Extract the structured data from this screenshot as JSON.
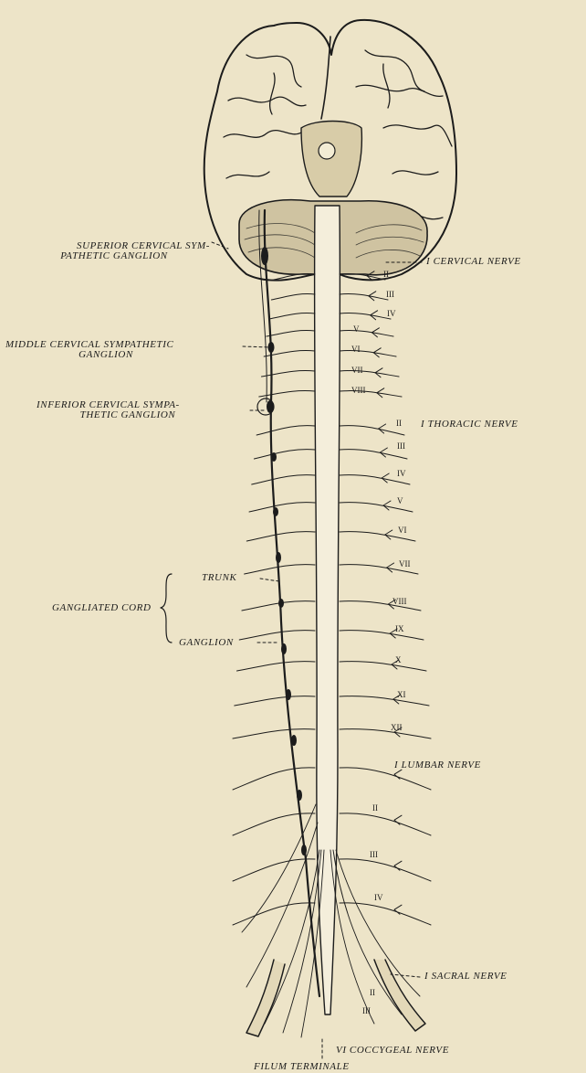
{
  "labels": {
    "superior_cervical_line1": "SUPERIOR CERVICAL SYM-",
    "superior_cervical_line2": "PATHETIC GANGLION",
    "middle_cervical_line1": "MIDDLE CERVICAL SYMPATHETIC",
    "middle_cervical_line2": "GANGLION",
    "inferior_cervical_line1": "INFERIOR CERVICAL SYMPA-",
    "inferior_cervical_line2": "THETIC GANGLION",
    "trunk": "TRUNK",
    "gangliated_cord": "GANGLIATED CORD",
    "ganglion": "GANGLION",
    "cervical_nerve": "I CERVICAL NERVE",
    "thoracic_nerve": "I THORACIC NERVE",
    "lumbar_nerve": "I LUMBAR NERVE",
    "sacral_nerve": "I SACRAL NERVE",
    "coccygeal_nerve": "VI COCCYGEAL NERVE",
    "filum_terminale": "FILUM TERMINALE"
  },
  "cervical_numerals": [
    "II",
    "III",
    "IV",
    "V",
    "VI",
    "VII",
    "VIII"
  ],
  "thoracic_numerals": [
    "II",
    "III",
    "IV",
    "V",
    "VI",
    "VII",
    "VIII",
    "IX",
    "X",
    "XI",
    "XII"
  ],
  "lumbar_numerals": [
    "II",
    "III",
    "IV"
  ],
  "sacral_numerals": [
    "II",
    "III"
  ]
}
